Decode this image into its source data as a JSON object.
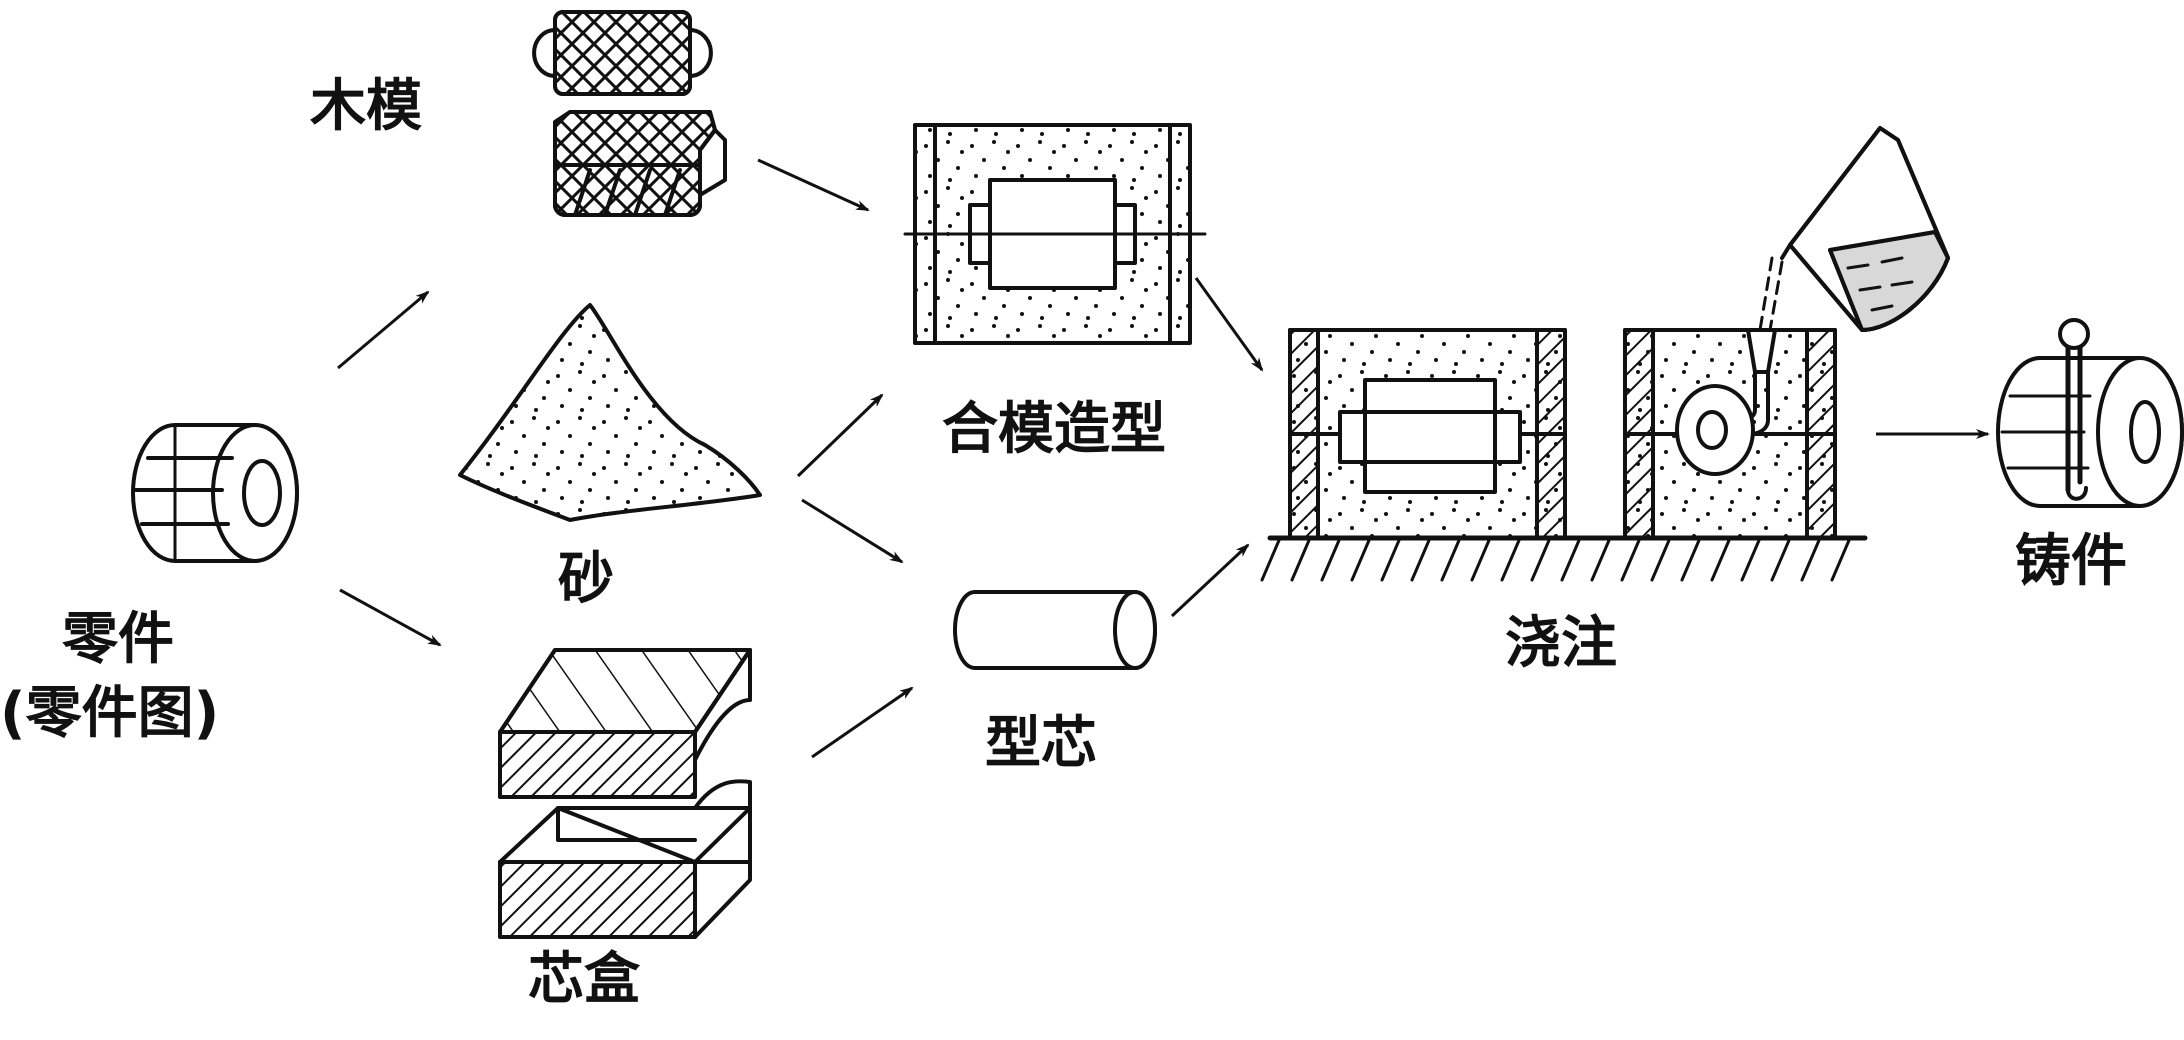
{
  "labels": {
    "wood_pattern": "木模",
    "sand": "砂",
    "core_box": "芯盒",
    "part": "零件",
    "part_drawing": "(零件图)",
    "mold_assembly": "合模造型",
    "core": "型芯",
    "pouring": "浇注",
    "casting": "铸件"
  }
}
